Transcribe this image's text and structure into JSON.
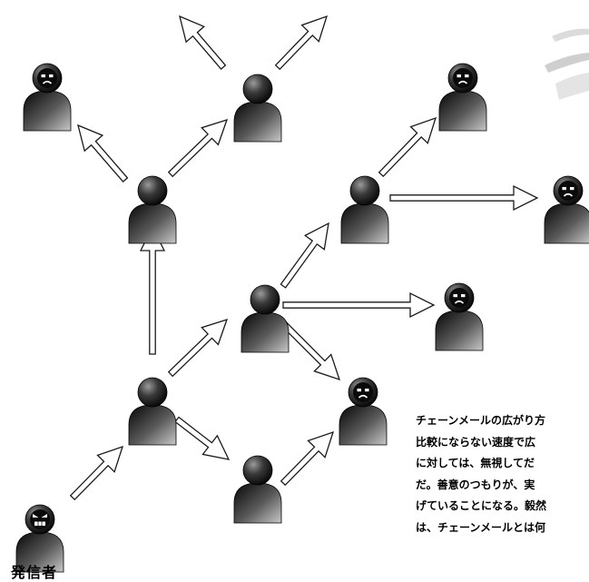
{
  "diagram": {
    "sender_label": "発信者",
    "caption_lines": [
      "チェーンメールの広がり方",
      "比較にならない速度で広",
      "に対しては、無視してだ",
      "だ。善意のつもりが、実",
      "げていることになる。毅然",
      "は、チェーンメールとは何"
    ],
    "people": [
      {
        "id": "sender",
        "face": "angry"
      },
      {
        "id": "relay-a",
        "face": "none"
      },
      {
        "id": "relay-b",
        "face": "none"
      },
      {
        "id": "relay-c",
        "face": "none"
      },
      {
        "id": "relay-d",
        "face": "none"
      },
      {
        "id": "relay-e",
        "face": "none"
      },
      {
        "id": "relay-f",
        "face": "none"
      },
      {
        "id": "sad-1",
        "face": "sad"
      },
      {
        "id": "sad-2",
        "face": "sad"
      },
      {
        "id": "sad-3",
        "face": "sad"
      },
      {
        "id": "sad-4",
        "face": "sad"
      },
      {
        "id": "sad-5",
        "face": "sad"
      }
    ]
  }
}
